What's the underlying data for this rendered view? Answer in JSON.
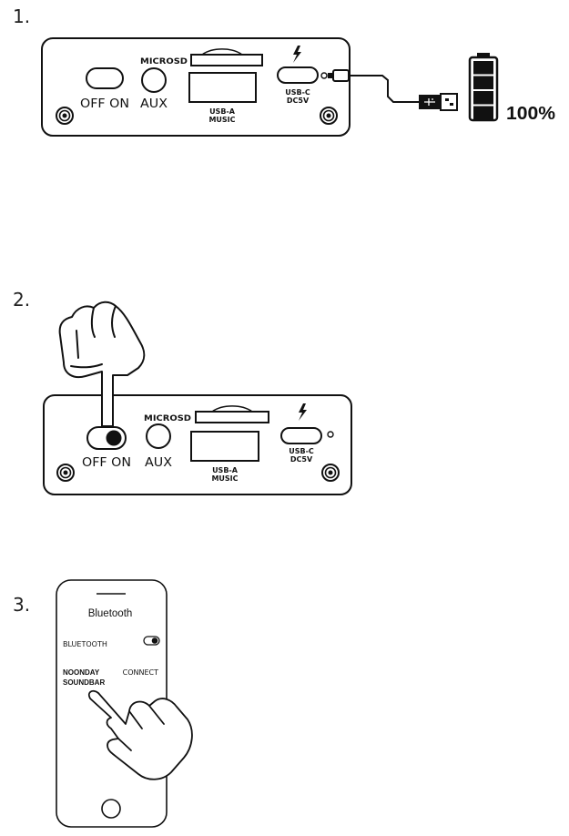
{
  "steps": [
    {
      "number": "1.",
      "panel": {
        "switch_label": "OFF ON",
        "microsd_label": "MICROSD",
        "aux_label": "AUX",
        "usba_label_line1": "USB-A",
        "usba_label_line2": "MUSIC",
        "usbc_label_line1": "USB-C",
        "usbc_label_line2": "DC5V"
      },
      "battery_level_percent": 100,
      "battery_text": "100%"
    },
    {
      "number": "2.",
      "panel": {
        "switch_label": "OFF ON",
        "microsd_label": "MICROSD",
        "aux_label": "AUX",
        "usba_label_line1": "USB-A",
        "usba_label_line2": "MUSIC",
        "usbc_label_line1": "USB-C",
        "usbc_label_line2": "DC5V"
      }
    },
    {
      "number": "3.",
      "phone": {
        "screen_title": "Bluetooth",
        "toggle_label": "BLUETOOTH",
        "device_name_line1": "NOONDAY",
        "device_name_line2": "SOUNDBAR",
        "device_action": "CONNECT"
      }
    }
  ]
}
